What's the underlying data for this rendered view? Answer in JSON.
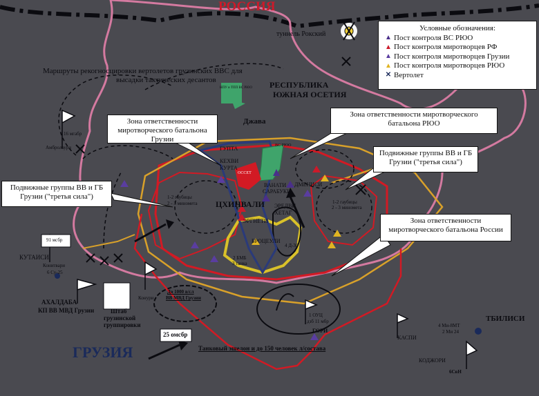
{
  "map": {
    "russia": "РОССИЯ",
    "georgia": "ГРУЗИЯ",
    "tunnel": "туннель Рокский",
    "republic_line1": "РЕСПУБЛИКА",
    "republic_line2": "ЮЖНАЯ ОСЕТИЯ",
    "routes_line1": "Маршруты рекогносцировки вертолетов грузинских ВВС для",
    "routes_line2": "высадки тактических десантов",
    "java": "Джава",
    "tskhinvali": "ЦХИНВАЛИ",
    "gupta": "ГУПТА",
    "kekhvi": "КЕХВИ",
    "kurta": "КУРТА",
    "vanati": "ВАНАТИ",
    "sarabuki": "САРАБУКИ",
    "dmenisi": "ДМЕНИСИ",
    "eredvi": "ЭРЕДВИ",
    "khetagurovo": "ХЕТАГ",
    "ergneti": "ЭРГНЕТИ",
    "brotseuli": "БРОЦЕУЛИ",
    "kutaisi": "КУТАИСИ",
    "akhaldaba": "АХАЛДАБА",
    "kp_vv": "КП ВВ МВД Грузии",
    "shtab_line1": "Штаб",
    "shtab_line2": "грузинской",
    "shtab_line3": "группировки",
    "tbilisi": "ТБИЛИСИ",
    "kojori": "КОДЖОРИ",
    "gori": "ГОРИ",
    "kaspi": "КАСПИ",
    "ambrolauri": "Амбролаури",
    "konitvari": "Конитвари",
    "su25": "6 Су-25",
    "konuri": "Конури",
    "mbr91": "91 мсбр",
    "mbr16": "16 мгабр",
    "omsbr25": "25 омсбр",
    "ouc_line1": "1 ОУЦ",
    "ouc_line2": "дзб 11 мбр",
    "bbm": "2 БМБ",
    "tanks": "3 танка",
    "d30": "4 Д-30",
    "guns_left_1": "1-2 гаубицы",
    "guns_left_2": "2 - 3 миномета",
    "guns_right_1": "1-2 гаубицы",
    "guns_right_2": "2 - 3 миномета",
    "up_to_1000_line1": "До 1000 в/сл",
    "up_to_1000_line2": "ВВ МВД Грузии",
    "mi8": "4 Ми-8МТ",
    "mi24": "2 Ми 24",
    "csn": "6СвН",
    "ossi": "ОССЕТ",
    "vs_ruo": "ВС РЮО",
    "nfu": "НПУ и ТПП ВС РЮО",
    "tank_echelon": "Танковый эшелон и до 150 человек л/состава",
    "callout_ruo": "Зона ответственности миротворческого батальона РЮО",
    "callout_georgia": "Зона ответственности миротворческого батальона Грузии",
    "callout_third_right": "Подвижные группы ВВ и ГБ Грузии (\"третья сила\")",
    "callout_third_left": "Подвижные группы ВВ и ГБ Грузии (\"третья сила\")",
    "callout_russia": "Зона ответственности миротворческого батальона России"
  },
  "legend": {
    "title": "Условные обозначения:",
    "items": [
      {
        "label": "Пост контроля ВС РЮО",
        "color": "#4a2f8a"
      },
      {
        "label": "Пост контроля миротворцев РФ",
        "color": "#cc1a2a"
      },
      {
        "label": "Пост контроля миротворцев Грузии",
        "color": "#5a3da0"
      },
      {
        "label": "Пост контроля миротворцев РЮО",
        "color": "#e0b422"
      },
      {
        "label": "Вертолет",
        "color": "#1a2a5a"
      }
    ]
  },
  "colors": {
    "background": "#4a4a50",
    "border_pink": "#d47aa0",
    "zone_red": "#d21a24",
    "zone_orange": "#d9a12a",
    "zone_green": "#3fa46b",
    "zone_blue": "#2a3a7a",
    "ink": "#0b0b10"
  }
}
